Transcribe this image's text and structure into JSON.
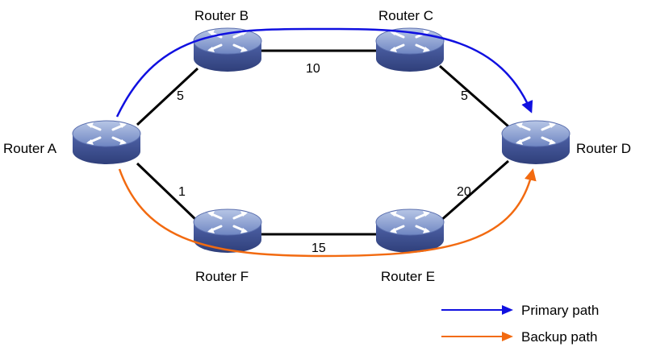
{
  "routers": {
    "a": {
      "label": "Router A"
    },
    "b": {
      "label": "Router B"
    },
    "c": {
      "label": "Router C"
    },
    "d": {
      "label": "Router D"
    },
    "e": {
      "label": "Router E"
    },
    "f": {
      "label": "Router F"
    }
  },
  "links": {
    "a_b": "5",
    "b_c": "10",
    "c_d": "5",
    "a_f": "1",
    "f_e": "15",
    "e_d": "20"
  },
  "legend": {
    "primary": {
      "label": "Primary path",
      "color": "#1010e0"
    },
    "backup": {
      "label": "Backup path",
      "color": "#f26a10"
    }
  },
  "icons": {
    "router": "router-icon"
  }
}
